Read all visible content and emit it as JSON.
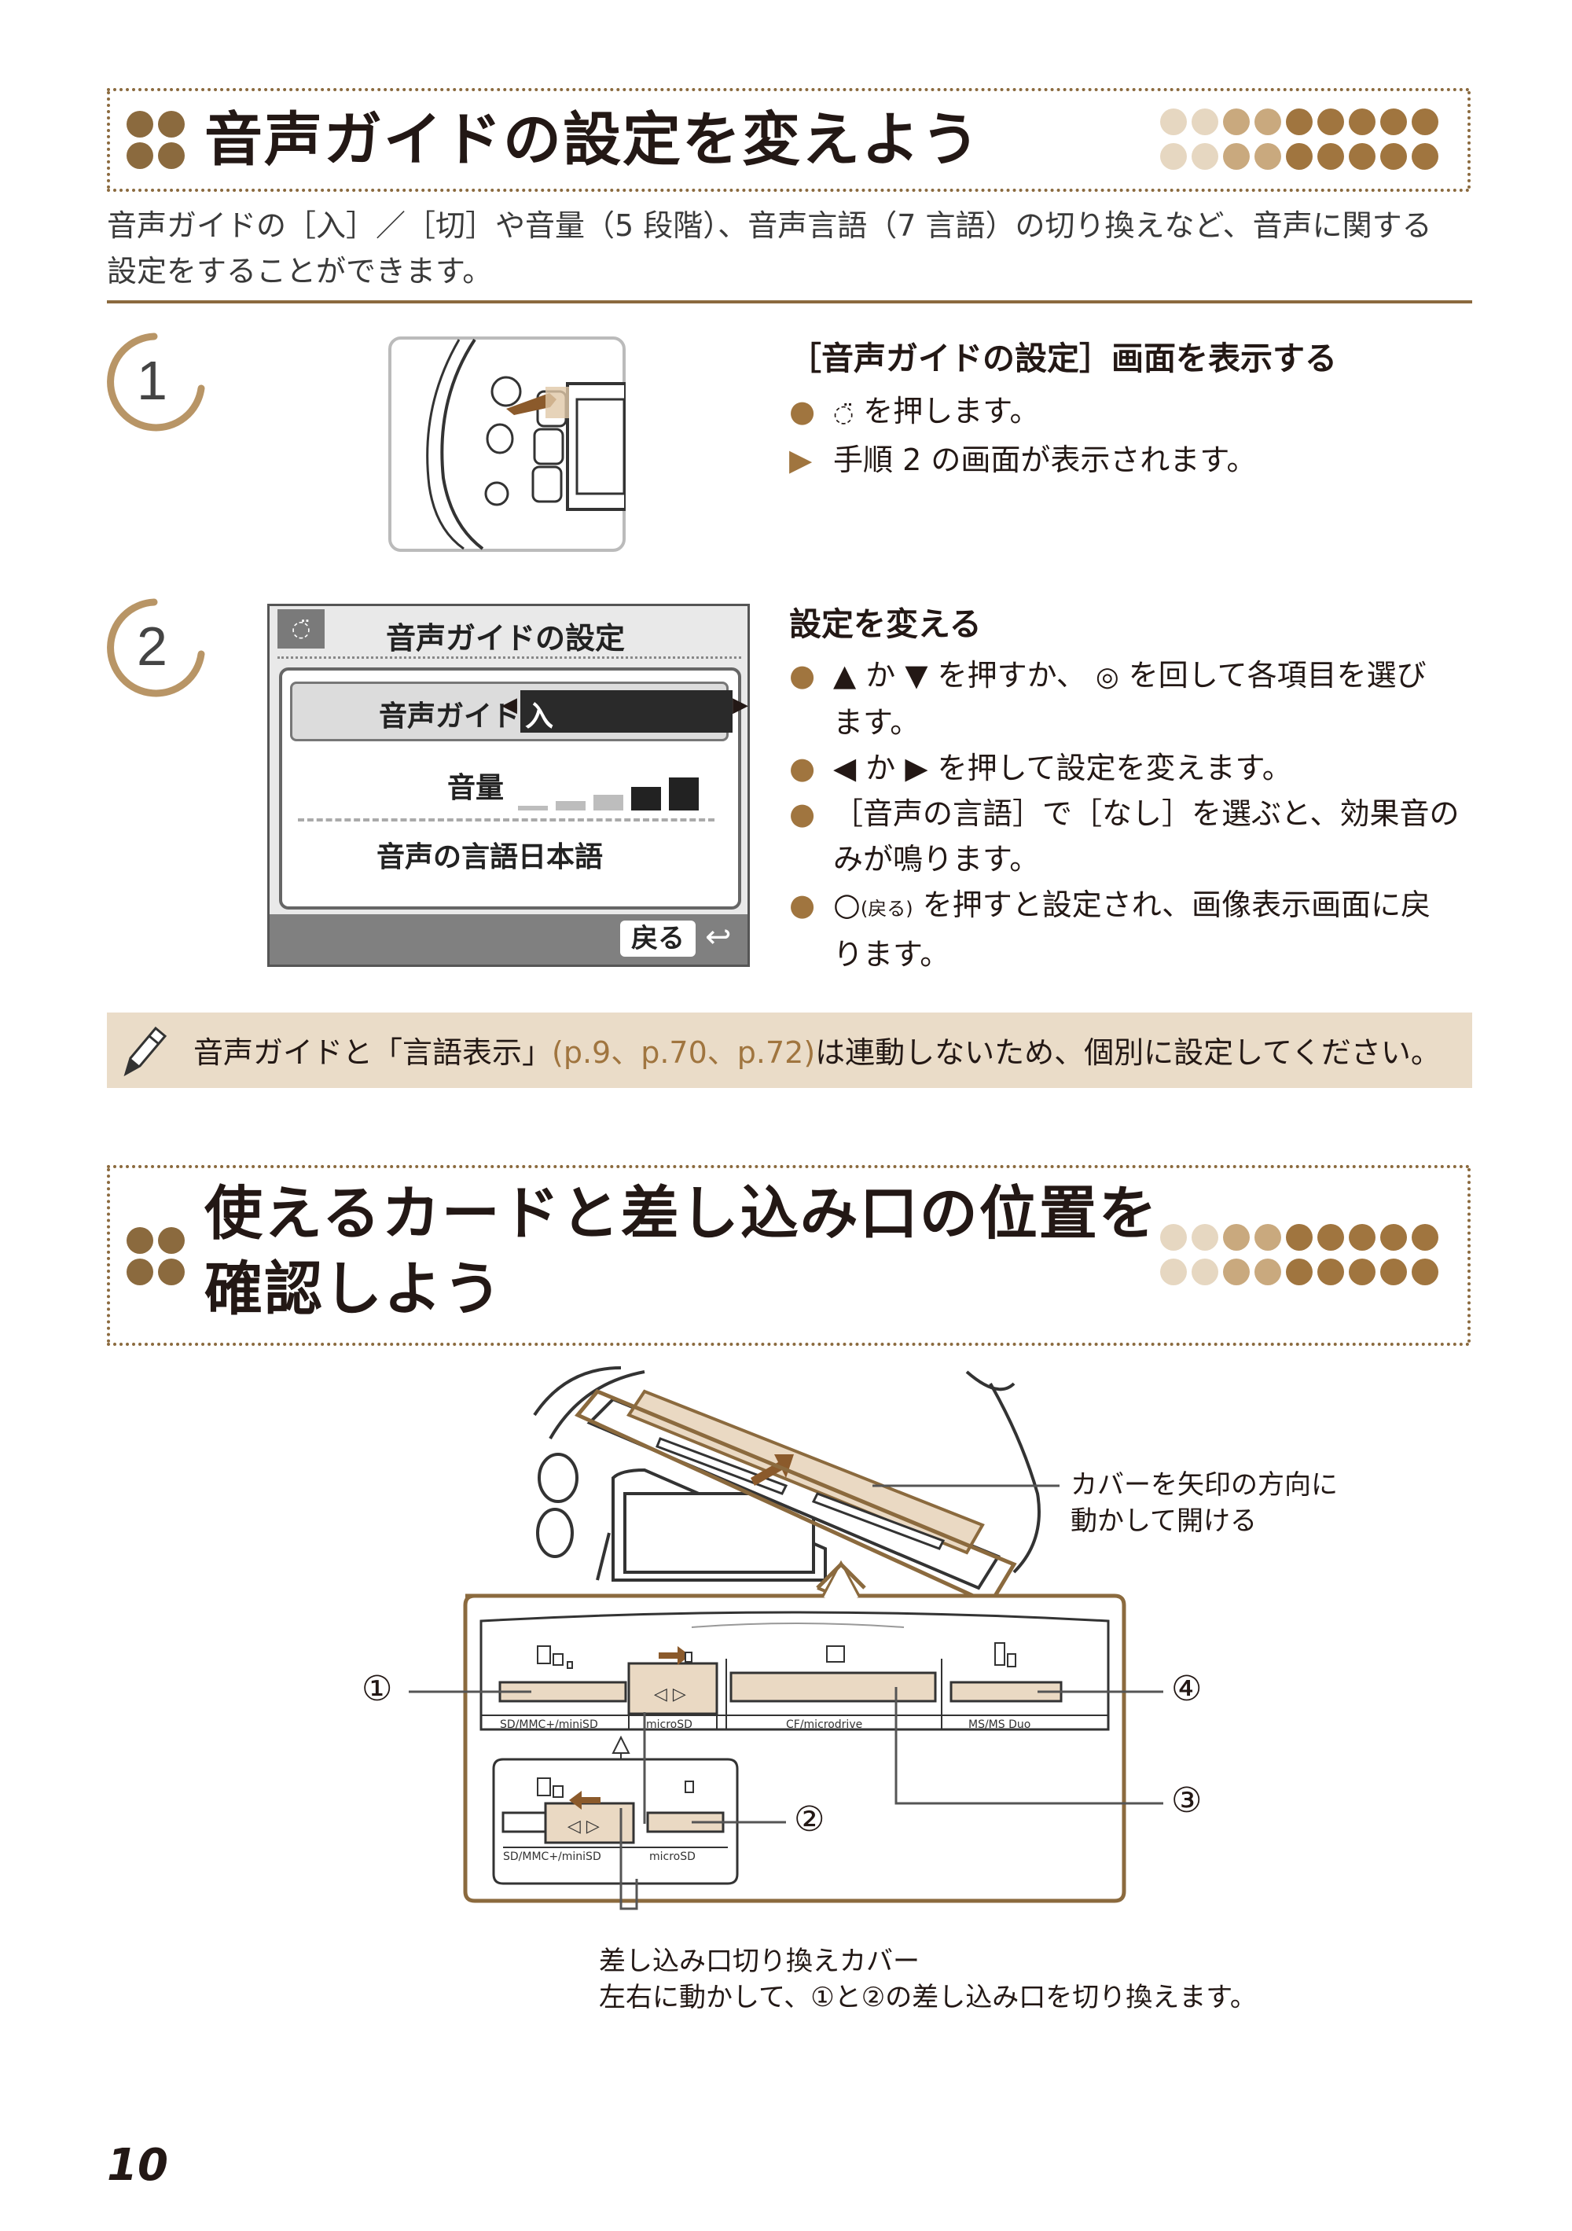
{
  "section1": {
    "title": "音声ガイドの設定を変えよう",
    "intro_line1": "音声ガイドの［入］／［切］や音量（5 段階）、音声言語（7 言語）の切り換えなど、音声に関する",
    "intro_line2": "設定をすることができます。"
  },
  "step1": {
    "number": "1",
    "heading": "［音声ガイドの設定］画面を表示する",
    "bullets": [
      {
        "marker": "●",
        "text": "を押します。"
      },
      {
        "marker": "▶",
        "text": "手順 2 の画面が表示されます。"
      }
    ]
  },
  "step2": {
    "number": "2",
    "heading": "設定を変える",
    "bullets": [
      {
        "marker": "●",
        "line1": "▲ か ▼ を押すか、",
        "line1b": "を回して各項目を選び",
        "line2": "ます。"
      },
      {
        "marker": "●",
        "line1": "◀ か ▶ を押して設定を変えます。"
      },
      {
        "marker": "●",
        "line1": "［音声の言語］で［なし］を選ぶと、効果音の",
        "line2": "みが鳴ります。"
      },
      {
        "marker": "●",
        "line1_icon": "(戻る)",
        "line1": "を押すと設定され、画像表示画面に戻",
        "line2": "ります。"
      }
    ]
  },
  "screen": {
    "title": "音声ガイドの設定",
    "guide_label": "音声ガイド",
    "guide_value": "入",
    "volume_label": "音量",
    "language_label": "音声の言語",
    "language_value": "日本語",
    "back_label": "戻る",
    "volume_level": 5
  },
  "note": {
    "text_before": "音声ガイドと「言語表示」",
    "refs": "(p.9、p.70、p.72)",
    "text_after": "は連動しないため、個別に設定してください。"
  },
  "section2": {
    "title_line1": "使えるカードと差し込み口の位置を",
    "title_line2": "確認しよう"
  },
  "diagram": {
    "callout_cover_line1": "カバーを矢印の方向に",
    "callout_cover_line2": "動かして開ける",
    "marker1": "①",
    "marker2": "②",
    "marker3": "③",
    "marker4": "④",
    "slot_sd": "SD/MMC+/miniSD",
    "slot_microsd": "microSD",
    "slot_cf": "CF/microdrive",
    "slot_ms": "MS/MS Duo",
    "slot_sd_2": "SD/MMC+/miniSD",
    "slot_microsd_2": "microSD",
    "switch_cover_line1": "差し込み口切り換えカバー",
    "switch_cover_line2": "左右に動かして、①と②の差し込み口を切り換えます。"
  },
  "page_number": "10",
  "colors": {
    "accent": "#a0753f",
    "rule": "#8b6a3e",
    "note_bg": "#eadcc8",
    "slot_fill": "#ead9c3"
  }
}
